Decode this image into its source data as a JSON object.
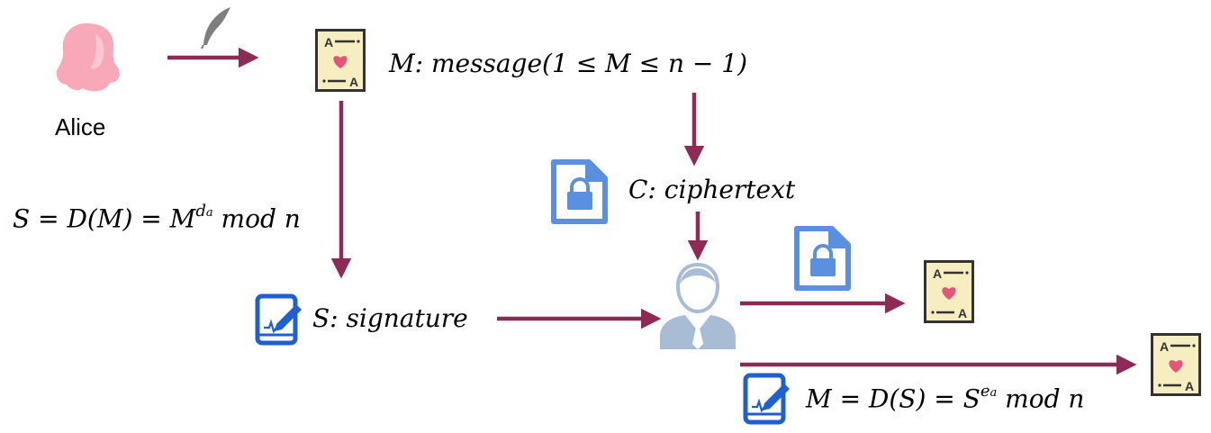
{
  "alice_label": "Alice",
  "message_text": "M: message(1 ≤ M ≤ n − 1)",
  "ciphertext_text": "C: ciphertext",
  "signature_text": "S: signature",
  "sign_formula": {
    "base": "S = D(M) = M",
    "exp": "d",
    "exp_sub": "a",
    "tail": " mod n"
  },
  "verify_formula": {
    "base": "M = D(S) = S",
    "exp": "e",
    "exp_sub": "a",
    "tail": " mod n"
  },
  "colors": {
    "arrow": "#8e2a55",
    "alice": "#f7a9ba",
    "quill": "#7f7f7f",
    "doc_fill": "#f6edc0",
    "doc_border": "#333333",
    "heart": "#e3557b",
    "lock_doc": "#5b8fe0",
    "tablet": "#1f5fd1",
    "person": "#a9bcd6"
  },
  "icons": [
    "alice-silhouette-icon",
    "quill-icon",
    "letter-doc-icon",
    "lock-doc-icon",
    "signature-tablet-icon",
    "person-icon"
  ]
}
